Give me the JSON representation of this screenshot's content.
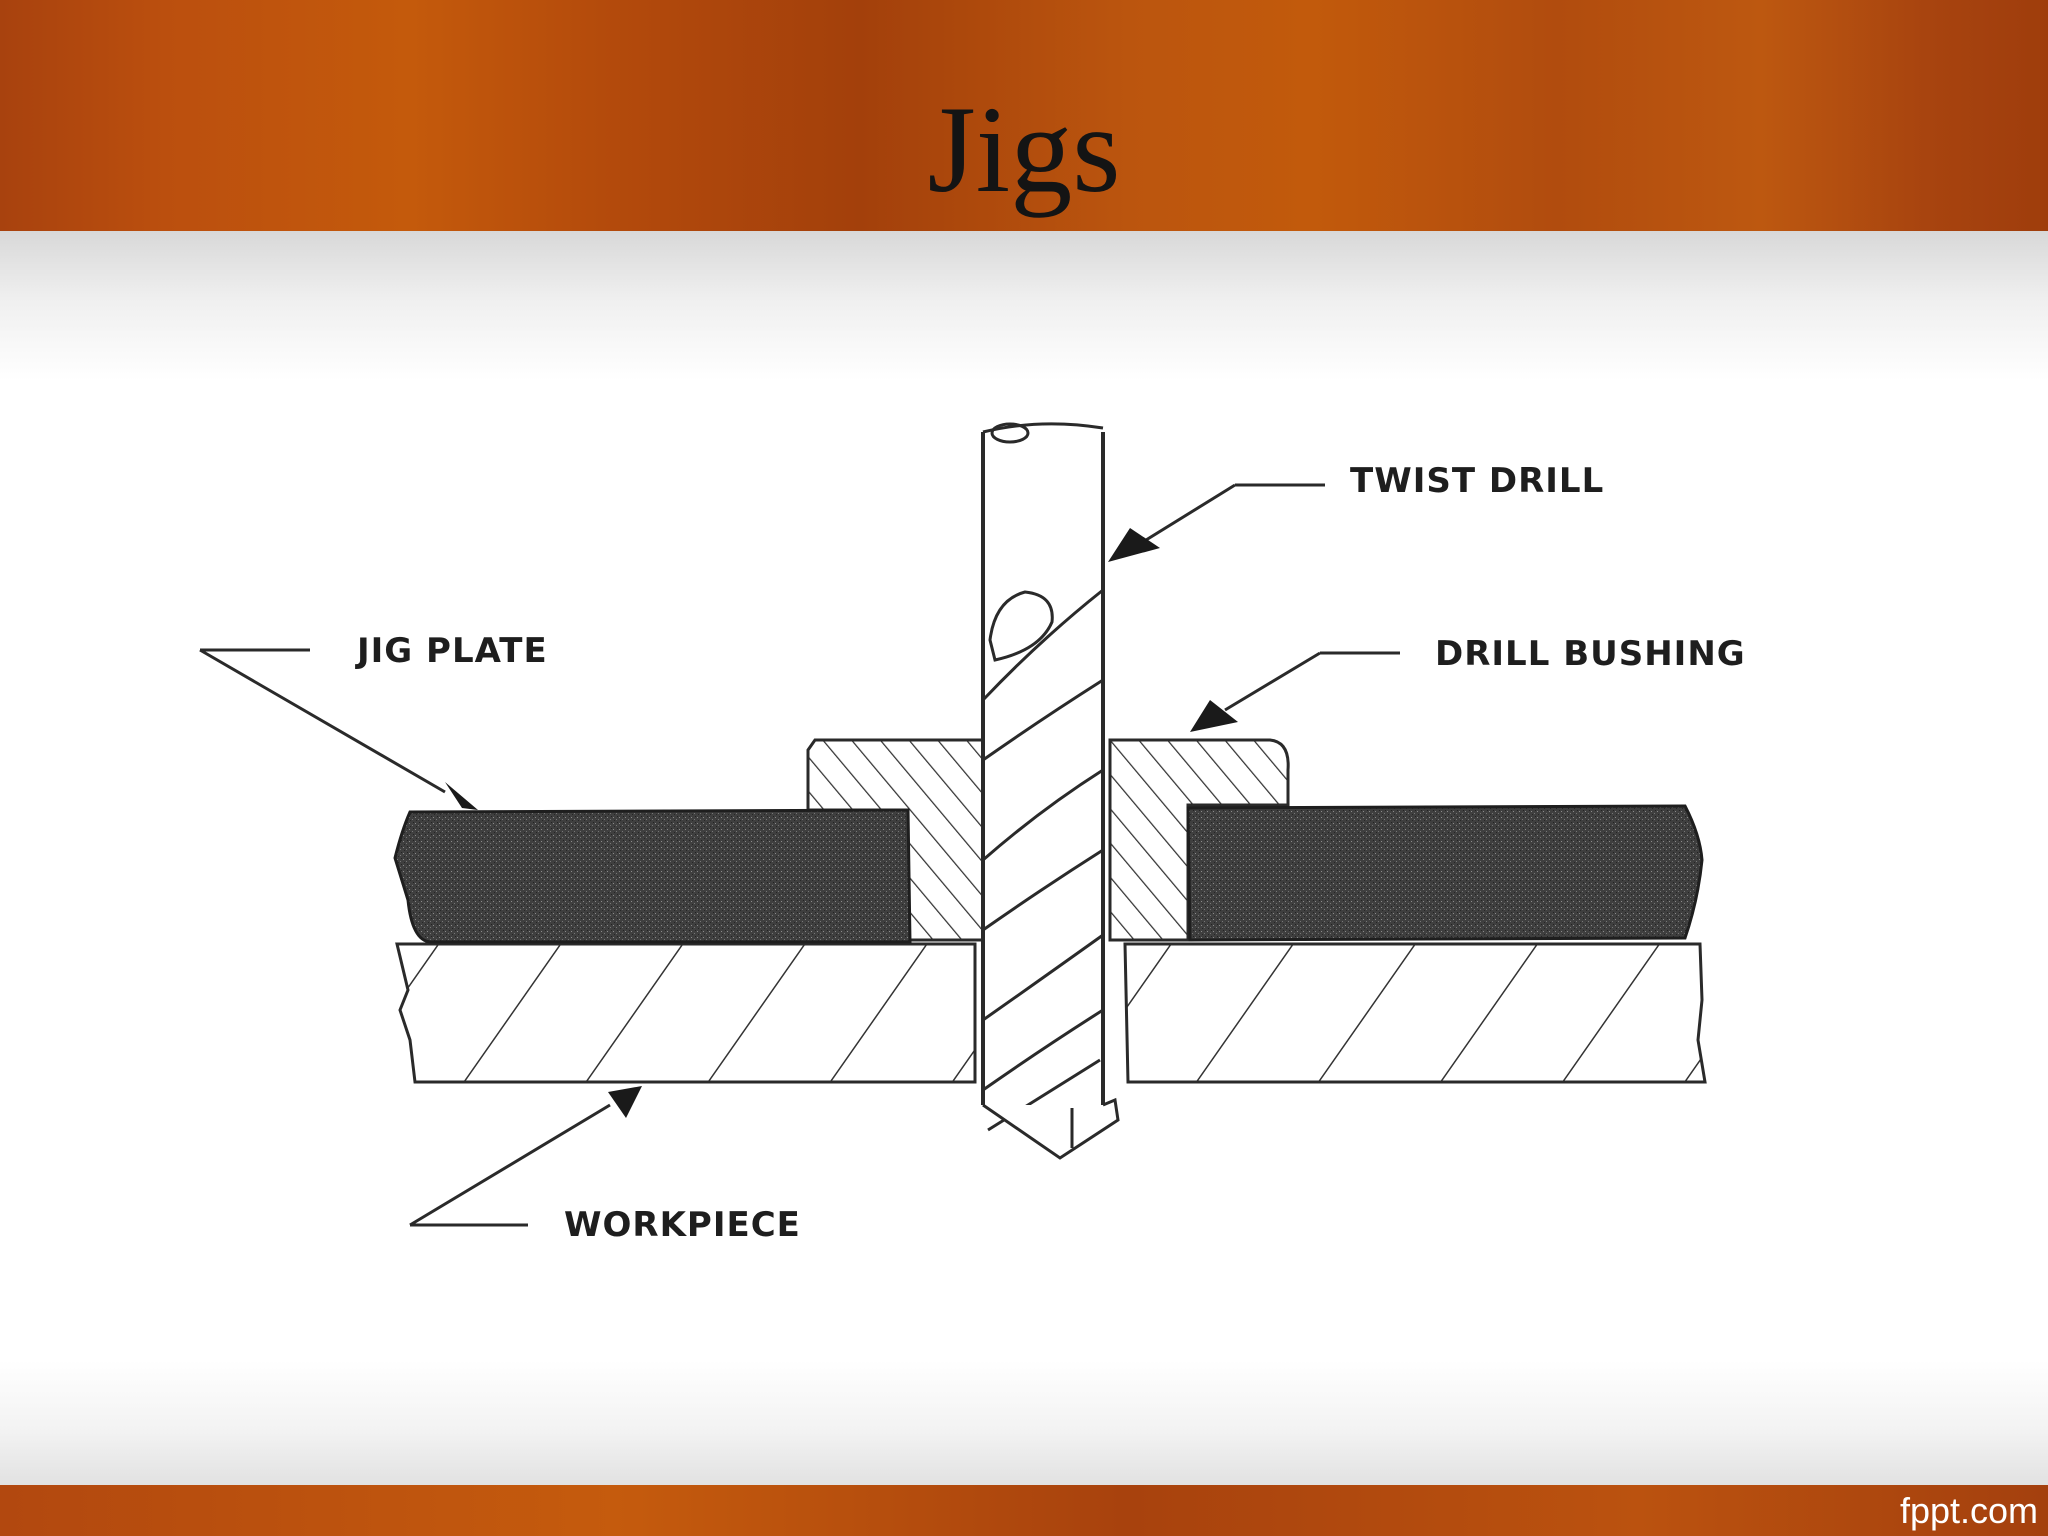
{
  "slide": {
    "title": "Jigs",
    "footer_brand": "fppt.com"
  },
  "diagram": {
    "labels": {
      "twist_drill": "TWIST DRILL",
      "jig_plate": "JIG PLATE",
      "drill_bushing": "DRILL BUSHING",
      "workpiece": "WORKPIECE"
    }
  },
  "colors": {
    "header_orange": "#c45a0c",
    "header_dark_orange": "#a3400b",
    "title_text": "#141414",
    "footer_text": "#ffffff",
    "jig_plate_fill": "#4a4a4a",
    "line_art": "#2a2a2a"
  }
}
